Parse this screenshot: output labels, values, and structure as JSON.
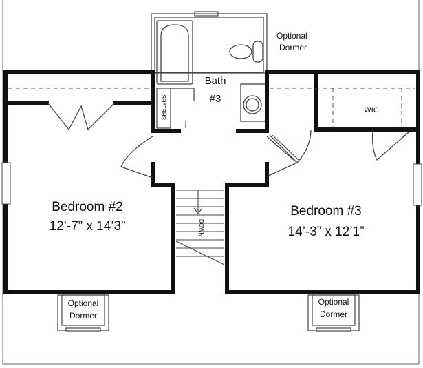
{
  "rooms": {
    "bedroom2": {
      "name": "Bedroom #2",
      "size": "12’-7” x 14’3”"
    },
    "bedroom3": {
      "name": "Bedroom #3",
      "size": "14’-3” x 12’1”"
    },
    "bath": {
      "name": "Bath",
      "number": "#3"
    },
    "wic": {
      "label": "WIC"
    }
  },
  "labels": {
    "shelves": "SHELVES",
    "stairs": "DOWN",
    "dormer_top": {
      "line1": "Optional",
      "line2": "Dormer"
    },
    "dormer_left": {
      "line1": "Optional",
      "line2": "Dormer"
    },
    "dormer_right": {
      "line1": "Optional",
      "line2": "Dormer"
    }
  },
  "colors": {
    "wall": "#111111",
    "line": "#444444",
    "background": "#ffffff"
  }
}
